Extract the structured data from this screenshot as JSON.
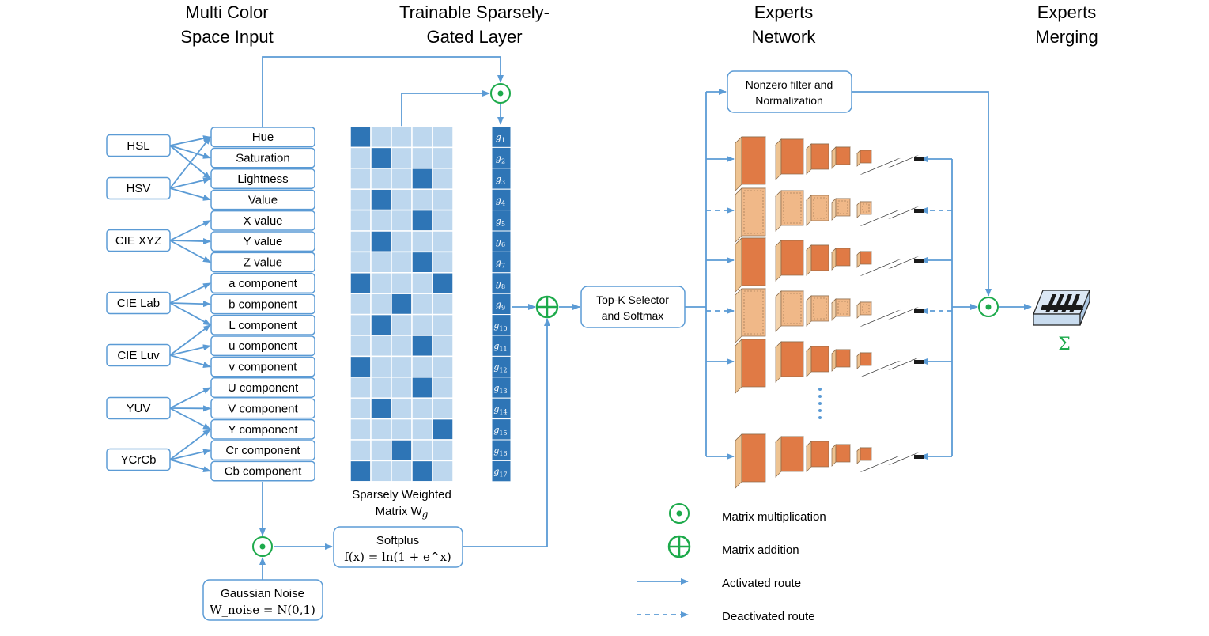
{
  "headers": {
    "input": [
      "Multi Color",
      "Space Input"
    ],
    "gated": [
      "Trainable Sparsely-",
      "Gated Layer"
    ],
    "experts": [
      "Experts",
      "Network"
    ],
    "merging": [
      "Experts",
      "Merging"
    ]
  },
  "color_spaces": [
    "HSL",
    "HSV",
    "CIE XYZ",
    "CIE Lab",
    "CIE Luv",
    "YUV",
    "YCrCb"
  ],
  "components": [
    "Hue",
    "Saturation",
    "Lightness",
    "Value",
    "X value",
    "Y value",
    "Z value",
    "a component",
    "b component",
    "L component",
    "u component",
    "v component",
    "U component",
    "V component",
    "Y component",
    "Cr component",
    "Cb component"
  ],
  "matrix": {
    "caption_line1": "Sparsely Weighted",
    "caption_line2_prefix": "Matrix W",
    "caption_line2_sub": "g",
    "active_columns": [
      0,
      1,
      3,
      1,
      3,
      1,
      3,
      0,
      2,
      1,
      3,
      0,
      3,
      1,
      4,
      2,
      0
    ],
    "extra_active": [
      [
        7,
        4
      ],
      [
        16,
        3
      ]
    ],
    "colors": {
      "dark": "#2e75b6",
      "light": "#bdd7ee"
    }
  },
  "gates": [
    "g1",
    "g2",
    "g3",
    "g4",
    "g5",
    "g6",
    "g7",
    "g8",
    "g9",
    "g10",
    "g11",
    "g12",
    "g13",
    "g14",
    "g15",
    "g16",
    "g17"
  ],
  "softplus": {
    "title": "Softplus",
    "formula": "f(x) = ln(1 + e^x)"
  },
  "noise": {
    "title": "Gaussian Noise",
    "formula": "W_noise = N(0,1)"
  },
  "topk": [
    "Top-K Selector",
    "and Softmax"
  ],
  "nonzero": [
    "Nonzero filter and",
    "Normalization"
  ],
  "sigma": "Σ",
  "experts": {
    "active_rows": [
      true,
      false,
      true,
      false,
      true,
      true
    ]
  },
  "legend": {
    "mult": "Matrix multiplication",
    "add": "Matrix addition",
    "activated": "Activated route",
    "deactivated": "Deactivated route"
  },
  "colors": {
    "line": "#5b9bd5",
    "green": "#1daa4b",
    "orange": "#e07a45",
    "orange_light": "#f0b888",
    "tan": "#f6d7b0"
  }
}
